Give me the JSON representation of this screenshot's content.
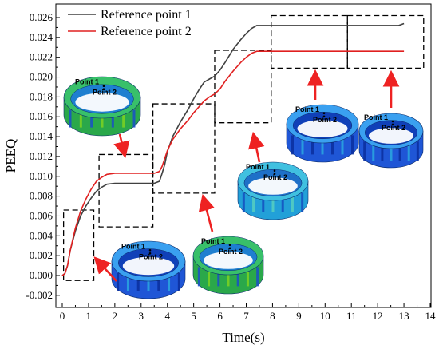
{
  "chart_data": {
    "type": "line",
    "xlabel": "Time(s)",
    "ylabel": "PEEQ",
    "xlim": [
      0,
      14
    ],
    "ylim": [
      -0.003,
      0.0265
    ],
    "xticks": [
      "0",
      "1",
      "2",
      "3",
      "4",
      "5",
      "6",
      "7",
      "8",
      "9",
      "10",
      "11",
      "12",
      "13",
      "14"
    ],
    "yticks": [
      "-0.002",
      "0.000",
      "0.002",
      "0.004",
      "0.006",
      "0.008",
      "0.010",
      "0.012",
      "0.014",
      "0.016",
      "0.018",
      "0.020",
      "0.022",
      "0.024",
      "0.026"
    ],
    "grid": false,
    "legend_position": "top-left",
    "series": [
      {
        "name": "Reference point 1",
        "color": "#404040",
        "x": [
          0.0,
          0.1,
          0.2,
          0.3,
          0.5,
          0.7,
          0.9,
          1.1,
          1.3,
          1.5,
          1.7,
          2.0,
          3.0,
          3.5,
          3.7,
          3.8,
          3.9,
          4.0,
          4.2,
          4.5,
          4.8,
          5.0,
          5.2,
          5.4,
          5.6,
          5.8,
          6.0,
          6.2,
          6.5,
          6.8,
          7.0,
          7.2,
          7.4,
          7.6,
          8.0,
          9.0,
          10.0,
          11.0,
          12.0,
          12.8,
          13.0
        ],
        "y": [
          0.0,
          0.0002,
          0.001,
          0.0025,
          0.0045,
          0.006,
          0.007,
          0.0078,
          0.0085,
          0.0089,
          0.0092,
          0.0093,
          0.0093,
          0.0093,
          0.0095,
          0.0103,
          0.0112,
          0.0125,
          0.014,
          0.0155,
          0.0168,
          0.0178,
          0.0187,
          0.0195,
          0.0198,
          0.0201,
          0.0207,
          0.0215,
          0.0228,
          0.0238,
          0.0244,
          0.0249,
          0.0252,
          0.0252,
          0.0252,
          0.0252,
          0.0252,
          0.0252,
          0.0252,
          0.0252,
          0.0254
        ]
      },
      {
        "name": "Reference point 2",
        "color": "#e02020",
        "x": [
          0.0,
          0.1,
          0.2,
          0.3,
          0.5,
          0.7,
          0.9,
          1.1,
          1.3,
          1.5,
          1.7,
          2.0,
          3.0,
          3.5,
          3.7,
          3.8,
          3.9,
          4.0,
          4.2,
          4.5,
          4.8,
          5.0,
          5.2,
          5.4,
          5.6,
          5.8,
          6.0,
          6.2,
          6.5,
          6.8,
          7.0,
          7.2,
          7.4,
          7.6,
          8.0,
          9.0,
          10.0,
          11.0,
          12.0,
          13.0
        ],
        "y": [
          0.0,
          0.0002,
          0.001,
          0.0025,
          0.0048,
          0.0065,
          0.0077,
          0.0087,
          0.0095,
          0.0099,
          0.0102,
          0.0103,
          0.0103,
          0.0103,
          0.0105,
          0.011,
          0.0118,
          0.0126,
          0.0137,
          0.0148,
          0.0157,
          0.0164,
          0.017,
          0.0176,
          0.018,
          0.0183,
          0.0188,
          0.0196,
          0.0206,
          0.0215,
          0.022,
          0.0224,
          0.0226,
          0.0226,
          0.0226,
          0.0226,
          0.0226,
          0.0226,
          0.0226,
          0.0226
        ]
      }
    ],
    "annotation_boxes": [
      {
        "x": [
          0.05,
          1.2
        ],
        "y": [
          -0.0005,
          0.0066
        ]
      },
      {
        "x": [
          1.4,
          3.45
        ],
        "y": [
          0.0049,
          0.0122
        ]
      },
      {
        "x": [
          3.45,
          5.8
        ],
        "y": [
          0.0083,
          0.0173
        ]
      },
      {
        "x": [
          5.8,
          7.95
        ],
        "y": [
          0.0154,
          0.0227
        ]
      },
      {
        "x": [
          7.95,
          10.85
        ],
        "y": [
          0.0209,
          0.0262
        ]
      },
      {
        "x": [
          10.85,
          13.75
        ],
        "y": [
          0.0209,
          0.0262
        ]
      }
    ],
    "ring_insets": [
      {
        "p1": "Point 1",
        "p2": "Point 2",
        "palette": "green"
      },
      {
        "p1": "Point 1",
        "p2": "Point 2",
        "palette": "blue"
      },
      {
        "p1": "Point 1",
        "p2": "Point 2",
        "palette": "green"
      },
      {
        "p1": "Point 1",
        "p2": "Point 2",
        "palette": "cyan"
      },
      {
        "p1": "Point 1",
        "p2": "Point 2",
        "palette": "blue"
      },
      {
        "p1": "Point 1",
        "p2": "Point 2",
        "palette": "blue"
      }
    ]
  },
  "colors": {
    "axis": "#000000",
    "box": "#000000",
    "arrow": "#ee2222"
  }
}
